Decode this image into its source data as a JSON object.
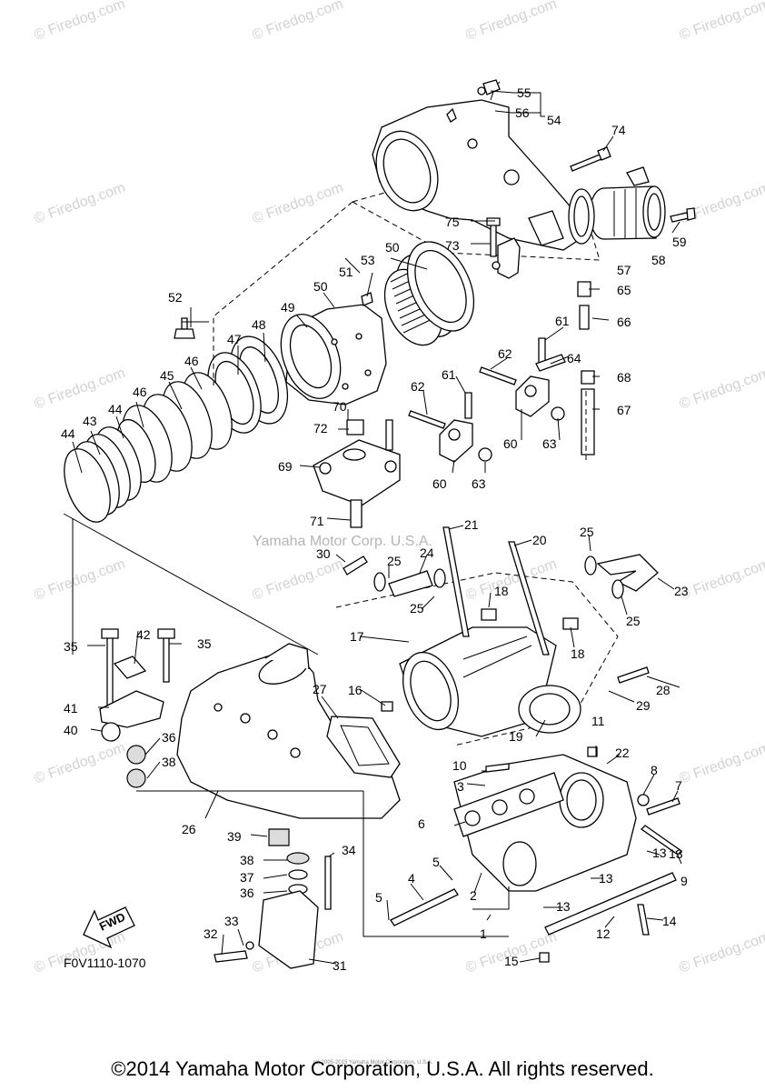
{
  "watermark_text": "© Firedog.com",
  "center_watermark": "Yamaha Motor Corp. U.S.A.",
  "tiny_copyright": "(c) 2005-2015 Yamaha Motor Corporation, U.S.A.",
  "figure_code": "F0V1110-1070",
  "fwd_label": "FWD",
  "footer": "©2014 Yamaha Motor Corporation, U.S.A. All rights reserved.",
  "callouts": [
    "1",
    "2",
    "3",
    "4",
    "5",
    "5",
    "6",
    "7",
    "8",
    "9",
    "10",
    "11",
    "12",
    "13",
    "13",
    "13",
    "13",
    "14",
    "15",
    "16",
    "17",
    "18",
    "18",
    "19",
    "20",
    "21",
    "22",
    "23",
    "24",
    "25",
    "25",
    "25",
    "25",
    "26",
    "27",
    "28",
    "29",
    "30",
    "31",
    "32",
    "33",
    "34",
    "35",
    "35",
    "36",
    "36",
    "37",
    "38",
    "38",
    "39",
    "40",
    "41",
    "42",
    "43",
    "44",
    "44",
    "45",
    "46",
    "46",
    "47",
    "48",
    "49",
    "50",
    "50",
    "51",
    "52",
    "53",
    "54",
    "55",
    "56",
    "57",
    "58",
    "59",
    "60",
    "60",
    "61",
    "61",
    "62",
    "62",
    "63",
    "63",
    "64",
    "65",
    "66",
    "67",
    "68",
    "69",
    "70",
    "71",
    "72",
    "73",
    "74",
    "75"
  ]
}
